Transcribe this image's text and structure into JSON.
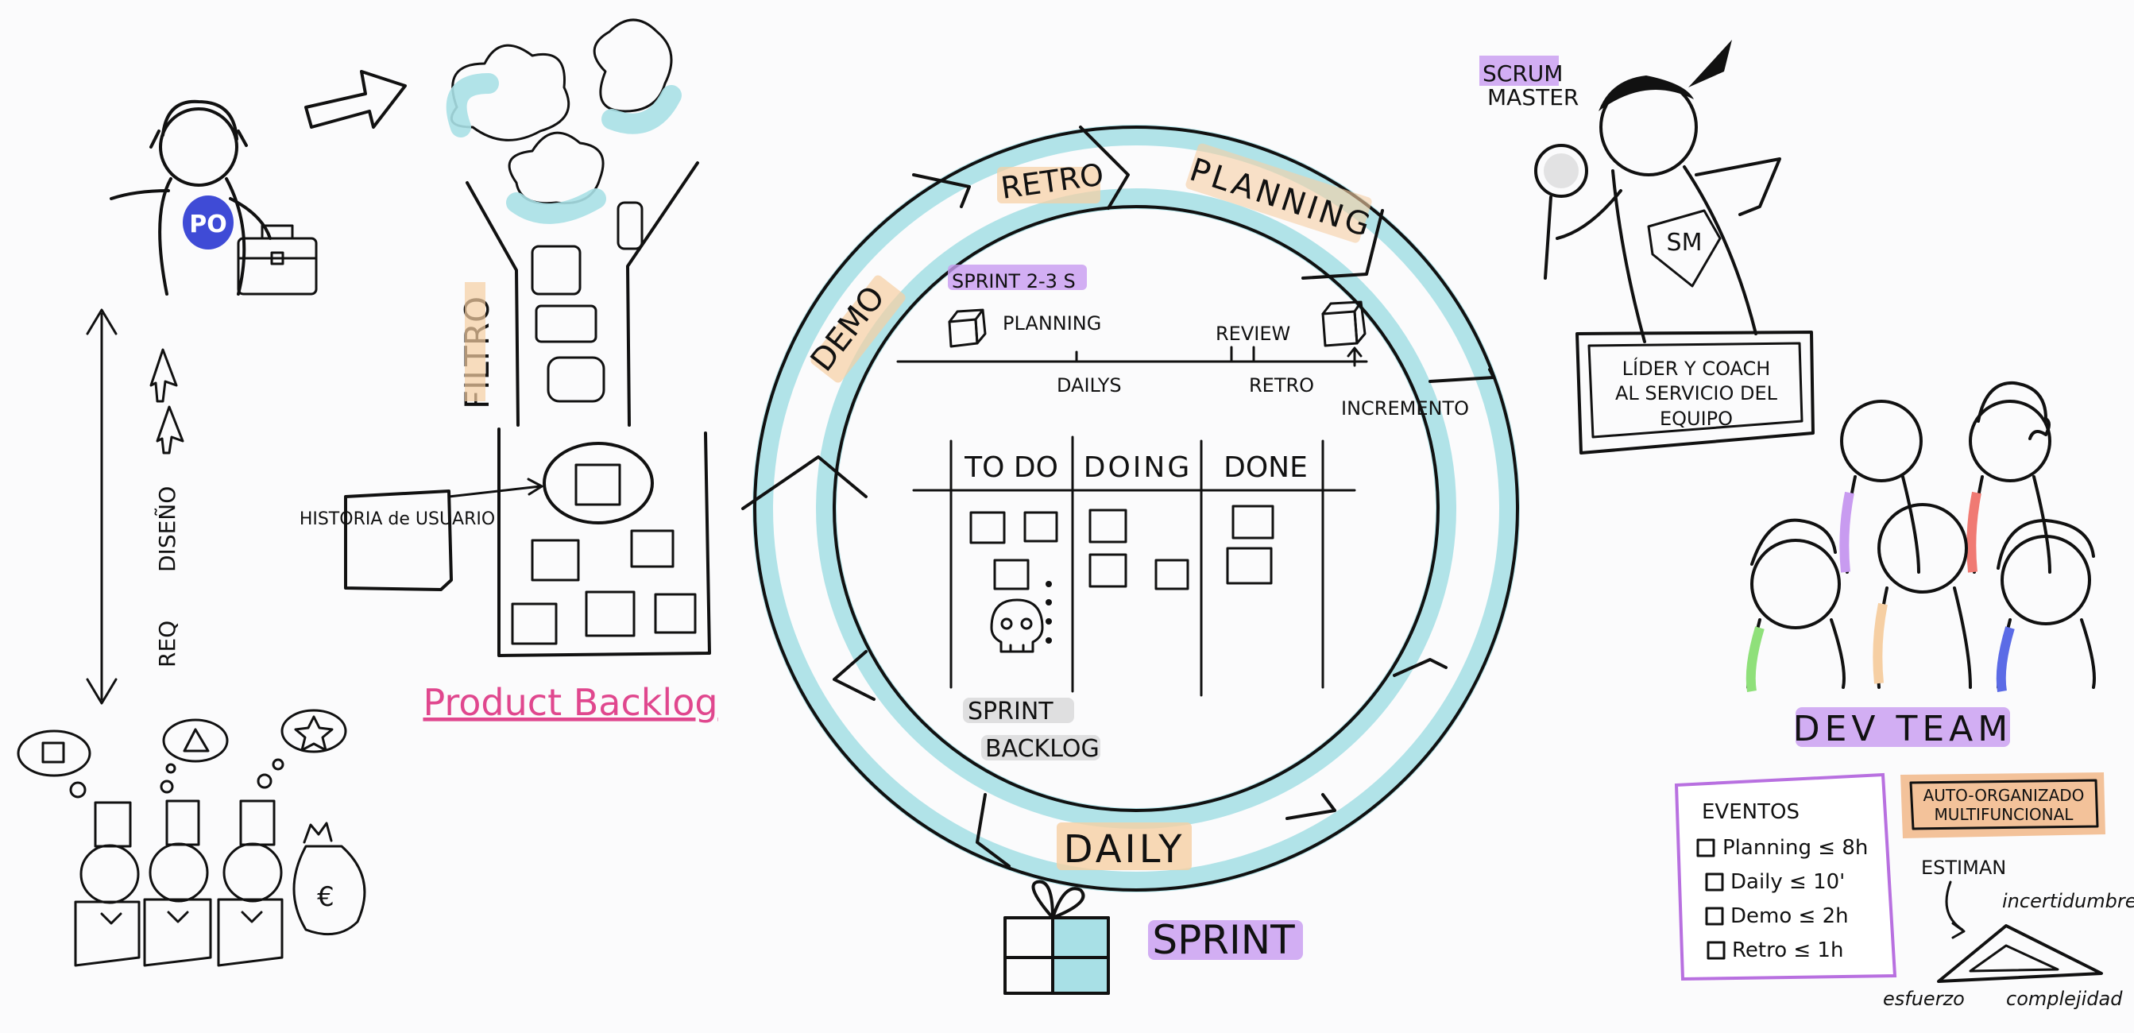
{
  "colors": {
    "cyan": "#a8e0e6",
    "peach": "#f6cfa3",
    "lilac": "#c89bf0",
    "yellow_note": "#fbf08c",
    "link_pink": "#e0478e",
    "badge_red": "#f07a73",
    "badge_blue": "#3f4bd6",
    "bag_tan": "#f1cc84",
    "box_orange": "#e08a3a",
    "sign_tan": "#f3c29a"
  },
  "left": {
    "po_badge": "PO",
    "axis_labels": [
      "REQ",
      "DISEÑO"
    ],
    "filter_label": "FILTRO",
    "user_story_note": "HISTORIA de USUARIO",
    "product_backlog_link": "Product Backlog",
    "stakeholder_icons": [
      "square-icon",
      "triangle-icon",
      "star-icon"
    ],
    "money_bag_symbol": "€"
  },
  "cycle": {
    "stages": [
      "RETRO",
      "PLANNING",
      "DEMO",
      "DAILY"
    ],
    "sprint_title": "SPRINT",
    "sprint_length": "SPRINT 2-3 S",
    "timeline": {
      "planning": "PLANNING",
      "review": "REVIEW",
      "dailys": "DAILYS",
      "retro": "RETRO",
      "incremento": "INCREMENTO"
    },
    "board": {
      "columns": [
        "TO DO",
        "DOING",
        "DONE"
      ],
      "footer": [
        "SPRINT",
        "BACKLOG"
      ]
    }
  },
  "right": {
    "scrum_master_title": [
      "SCRUM",
      "MASTER"
    ],
    "sm_badge": "SM",
    "sm_sign": [
      "LÍDER Y COACH",
      "AL SERVICIO DEL",
      "EQUIPO"
    ],
    "dev_team_title": "DEV TEAM",
    "events_title": "EVENTOS",
    "events": [
      "Planning ≤ 8h",
      "Daily ≤ 10'",
      "Demo ≤ 2h",
      "Retro ≤ 1h"
    ],
    "team_traits": [
      "AUTO-ORGANIZADO",
      "MULTIFUNCIONAL"
    ],
    "estiman_label": "ESTIMAN",
    "triangle_labels": {
      "top": "incertidumbre",
      "left": "esfuerzo",
      "right": "complejidad"
    }
  }
}
